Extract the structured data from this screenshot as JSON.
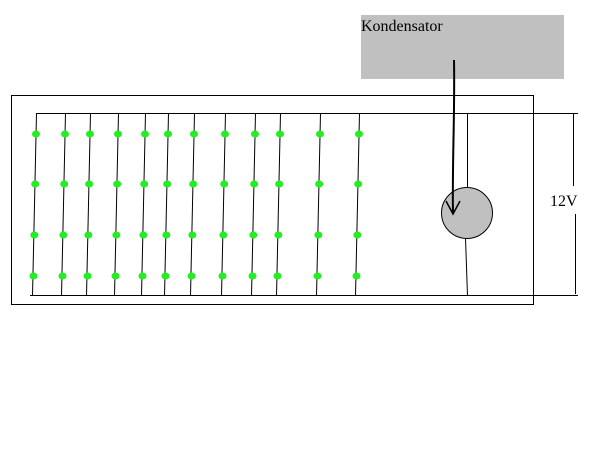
{
  "labels": {
    "component": "Kondensator",
    "voltage": "12V"
  },
  "circuit": {
    "led_columns": 12,
    "led_rows": 4
  },
  "colors": {
    "led": "#22ee22",
    "label_box": "#c0c0c0",
    "capacitor": "#c0c0c0",
    "wire": "#000000"
  }
}
